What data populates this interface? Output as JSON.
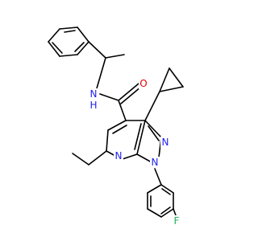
{
  "molecule": {
    "colors": {
      "carbon_bond": "#000000",
      "N": "#1f1ff0",
      "O": "#e00000",
      "F": "#20b060",
      "background": "#ffffff"
    },
    "atom_labels": {
      "amide_o": "O",
      "amide_nh": "N",
      "amide_h": "H",
      "pyrazole_n2": "N",
      "pyrazole_n1": "N",
      "pyridine_n": "N",
      "fluorine": "F"
    }
  }
}
